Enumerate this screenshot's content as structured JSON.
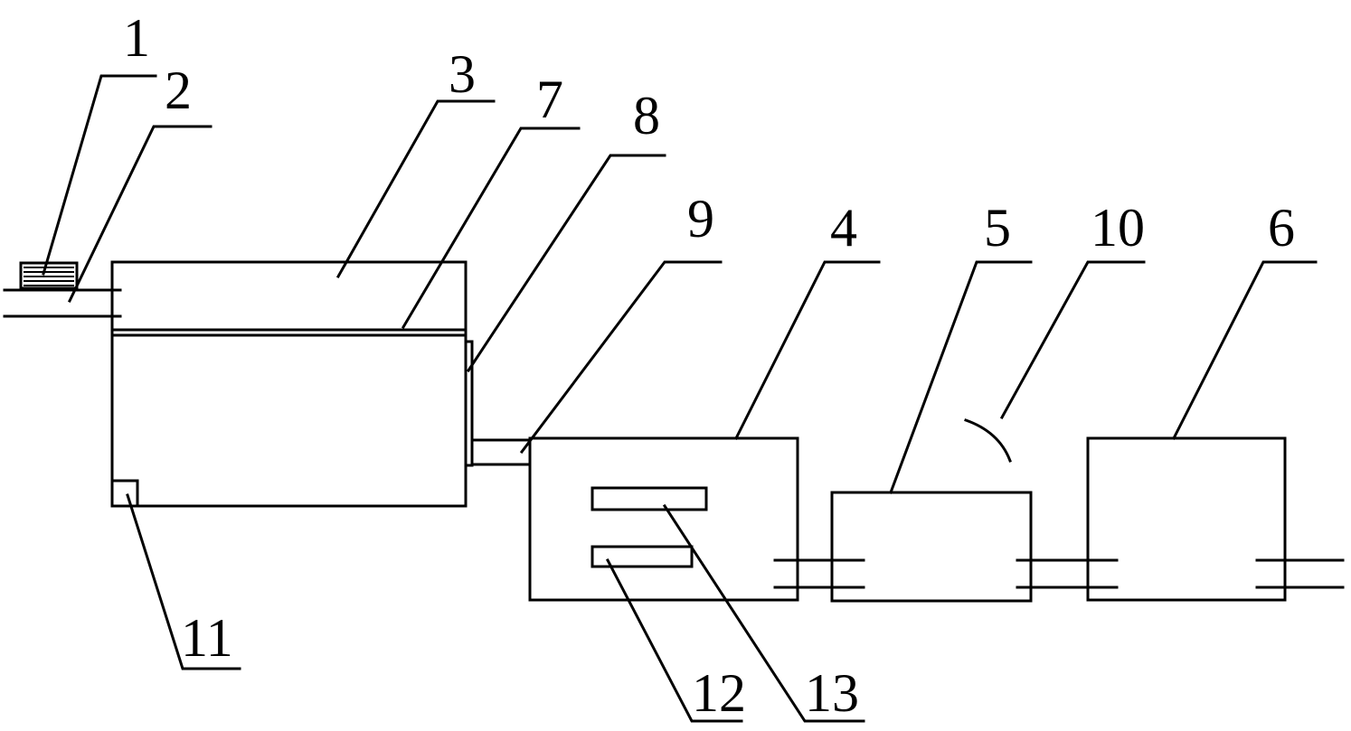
{
  "labels": [
    {
      "id": "1",
      "text": "1"
    },
    {
      "id": "2",
      "text": "2"
    },
    {
      "id": "3",
      "text": "3"
    },
    {
      "id": "7",
      "text": "7"
    },
    {
      "id": "8",
      "text": "8"
    },
    {
      "id": "9",
      "text": "9"
    },
    {
      "id": "4",
      "text": "4"
    },
    {
      "id": "5",
      "text": "5"
    },
    {
      "id": "10",
      "text": "10"
    },
    {
      "id": "6",
      "text": "6"
    },
    {
      "id": "11",
      "text": "11"
    },
    {
      "id": "12",
      "text": "12"
    },
    {
      "id": "13",
      "text": "13"
    }
  ]
}
